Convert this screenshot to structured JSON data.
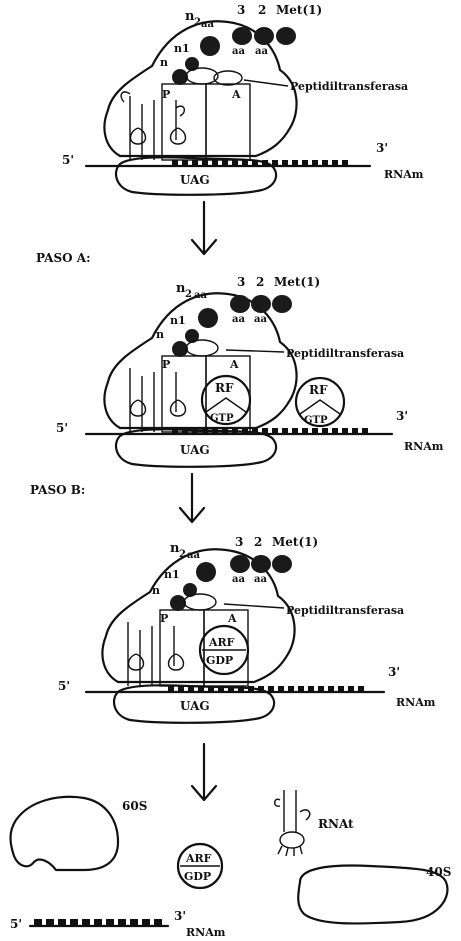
{
  "labels": {
    "n2": "n",
    "n2_sub": "2",
    "aa": "aa",
    "n1": "n1",
    "n": "n",
    "pos3": "3",
    "pos2": "2",
    "met": "Met(1)",
    "peptidil": "Peptidiltransferasa",
    "site_a": "A",
    "site_p": "P",
    "five_prime": "5'",
    "three_prime": "3'",
    "rnam": "RNAm",
    "uag": "UAG",
    "paso_a": "PASO A:",
    "paso_b": "PASO B:",
    "rf": "RF",
    "gtp": "GTP",
    "arf": "ARF",
    "gdp": "GDP",
    "s60": "60S",
    "s40": "40S",
    "rnat": "RNAt"
  },
  "panels": [
    {
      "name": "initial-complex",
      "factor": "none"
    },
    {
      "name": "paso-a-complex",
      "factor": "RF-GTP"
    },
    {
      "name": "paso-b-complex",
      "factor": "ARF-GDP"
    },
    {
      "name": "released-components",
      "factor": "dissociated"
    }
  ]
}
